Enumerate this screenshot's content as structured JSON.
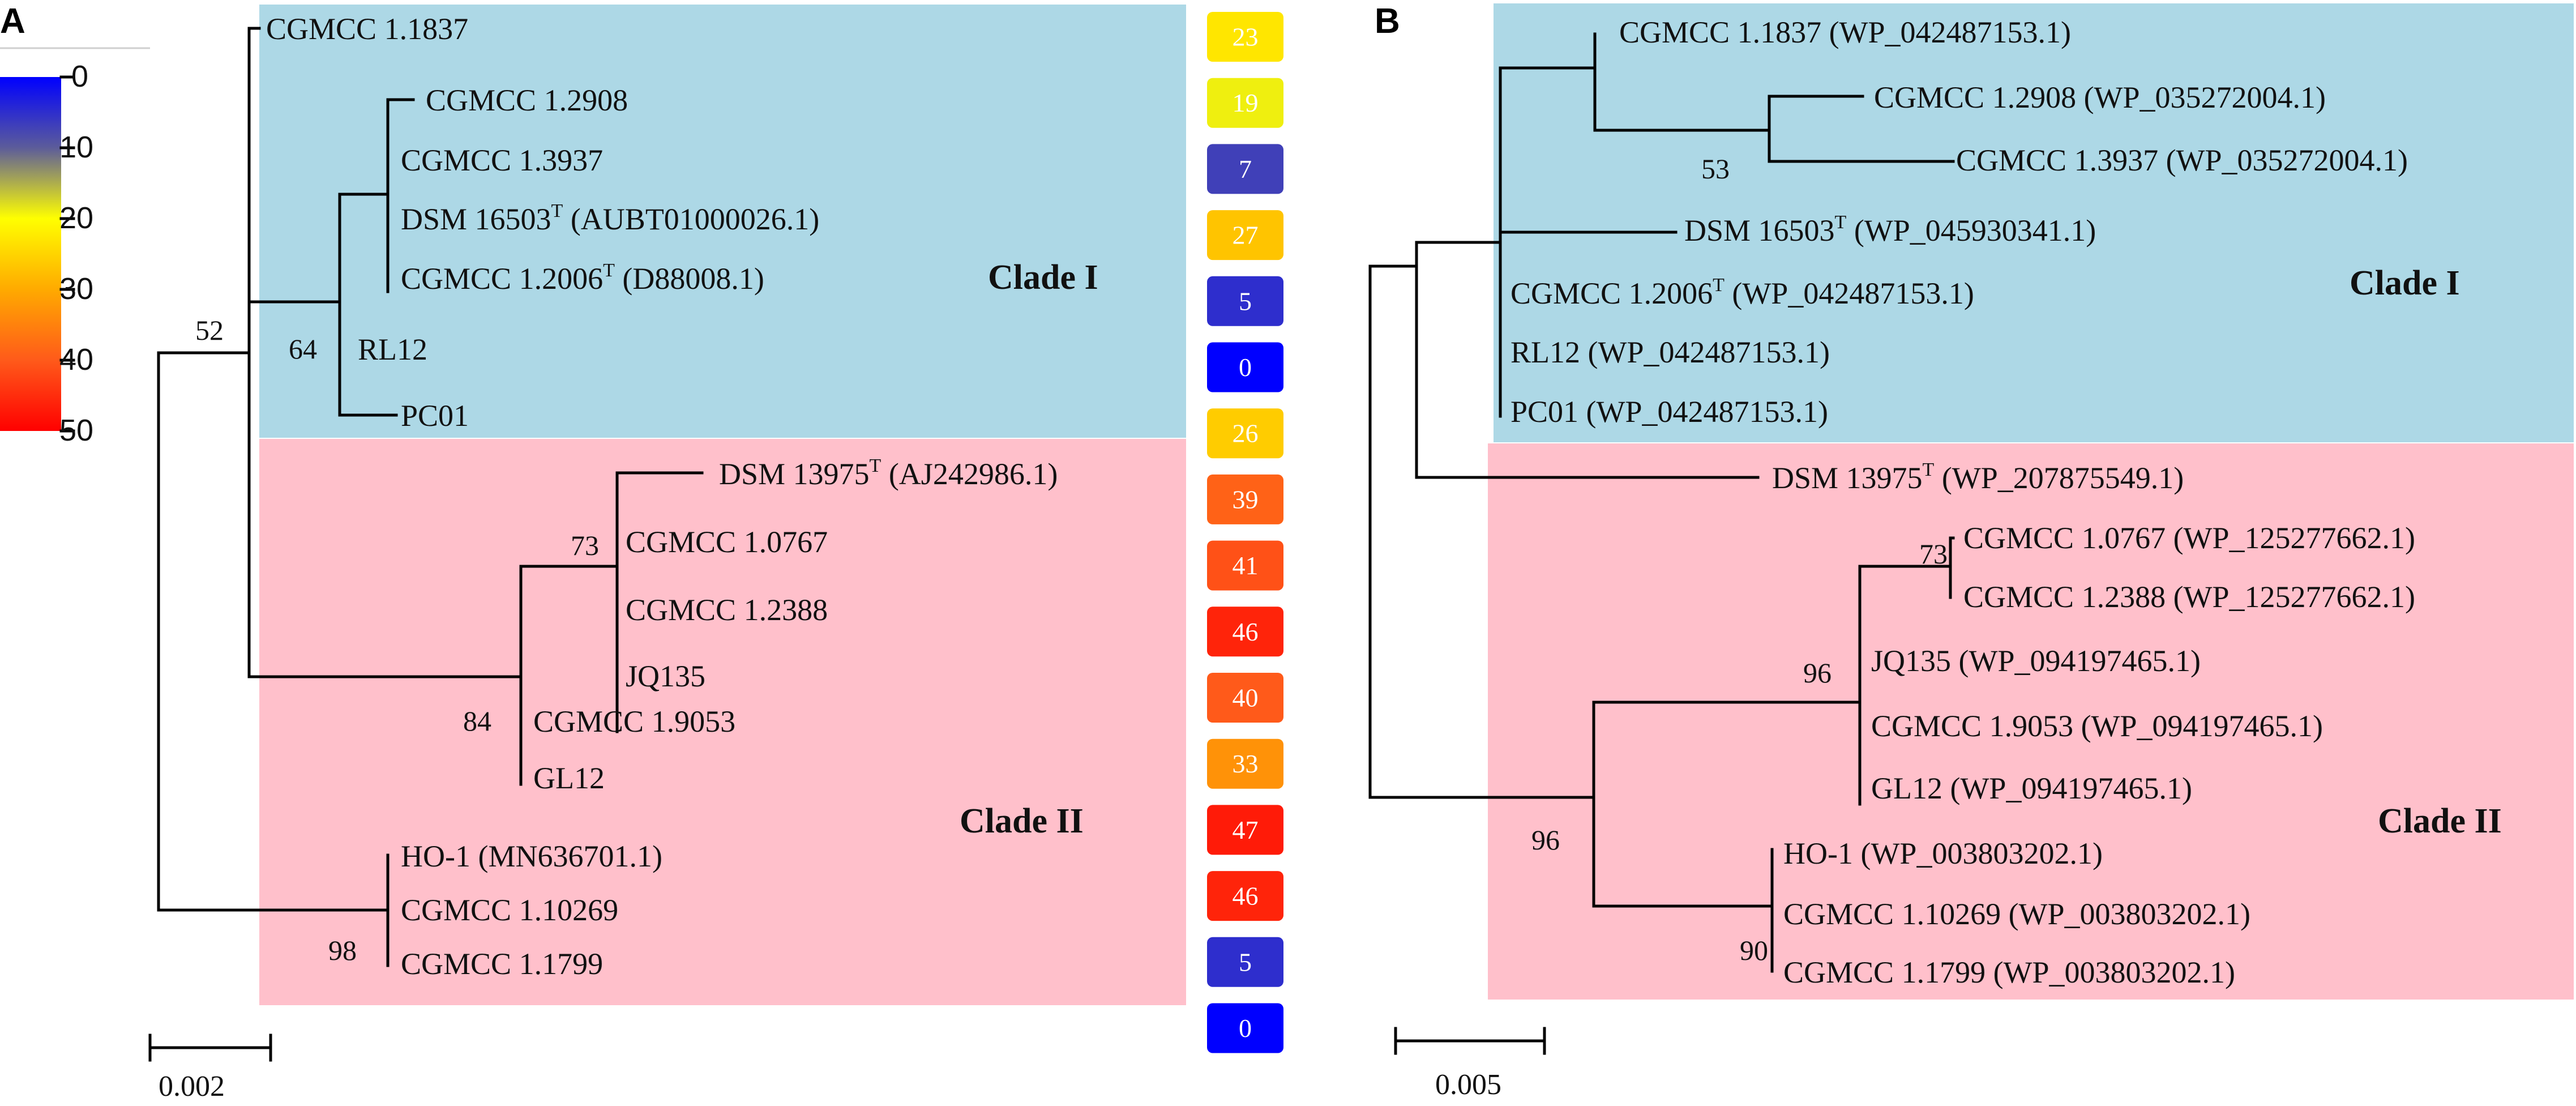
{
  "panels": [
    {
      "letter": "A",
      "clade_labels": [
        "Clade I",
        "Clade II"
      ],
      "colors": {
        "clade1": "#add8e6",
        "clade2": "#ffc0cb"
      },
      "leaves": [
        {
          "label": "CGMCC 1.1837",
          "acc": "",
          "sup": "",
          "value": 23
        },
        {
          "label": "CGMCC 1.2908",
          "acc": "",
          "sup": "",
          "value": 19
        },
        {
          "label": "CGMCC 1.3937",
          "acc": "",
          "sup": "",
          "value": 7
        },
        {
          "label": "DSM 16503",
          "acc": " (AUBT01000026.1)",
          "sup": "T",
          "value": 27
        },
        {
          "label": "CGMCC 1.2006",
          "acc": " (D88008.1)",
          "sup": "T",
          "value": 5
        },
        {
          "label": "RL12",
          "acc": "",
          "sup": "",
          "value": 0
        },
        {
          "label": "PC01",
          "acc": "",
          "sup": "",
          "value": 26
        },
        {
          "label": "DSM 13975",
          "acc": " (AJ242986.1)",
          "sup": "T",
          "value": 39
        },
        {
          "label": "CGMCC 1.0767",
          "acc": "",
          "sup": "",
          "value": 41
        },
        {
          "label": "CGMCC 1.2388",
          "acc": "",
          "sup": "",
          "value": 46
        },
        {
          "label": "JQ135",
          "acc": "",
          "sup": "",
          "value": 40
        },
        {
          "label": "CGMCC 1.9053",
          "acc": "",
          "sup": "",
          "value": 33
        },
        {
          "label": "GL12",
          "acc": "",
          "sup": "",
          "value": 47
        },
        {
          "label": "HO-1",
          "acc": " (MN636701.1)",
          "sup": "",
          "value": 46
        },
        {
          "label": "CGMCC 1.10269",
          "acc": "",
          "sup": "",
          "value": 5
        },
        {
          "label": "CGMCC 1.1799",
          "acc": "",
          "sup": "",
          "value": 0
        }
      ],
      "bootstrap": [
        "52",
        "64",
        "73",
        "84",
        "98"
      ],
      "scale_label": "0.002",
      "legend": {
        "ticks": [
          "0",
          "10",
          "20",
          "30",
          "40",
          "50"
        ],
        "min": 0,
        "max": 50
      }
    },
    {
      "letter": "B",
      "clade_labels": [
        "Clade I",
        "Clade II"
      ],
      "leaves": [
        {
          "label": "CGMCC 1.1837 (WP_042487153.1)",
          "sup": "",
          "rest": ""
        },
        {
          "label": "CGMCC 1.2908 (WP_035272004.1)",
          "sup": "",
          "rest": ""
        },
        {
          "label": "CGMCC 1.3937 (WP_035272004.1)",
          "sup": "",
          "rest": ""
        },
        {
          "label": "DSM 16503",
          "sup": "T",
          "rest": " (WP_045930341.1)"
        },
        {
          "label": "CGMCC 1.2006",
          "sup": "T",
          "rest": " (WP_042487153.1)"
        },
        {
          "label": "RL12 (WP_042487153.1)",
          "sup": "",
          "rest": ""
        },
        {
          "label": "PC01 (WP_042487153.1)",
          "sup": "",
          "rest": ""
        },
        {
          "label": "DSM 13975",
          "sup": "T",
          "rest": " (WP_207875549.1)"
        },
        {
          "label": "CGMCC 1.0767 (WP_125277662.1)",
          "sup": "",
          "rest": ""
        },
        {
          "label": "CGMCC 1.2388 (WP_125277662.1)",
          "sup": "",
          "rest": ""
        },
        {
          "label": "JQ135 (WP_094197465.1)",
          "sup": "",
          "rest": ""
        },
        {
          "label": "CGMCC 1.9053 (WP_094197465.1)",
          "sup": "",
          "rest": ""
        },
        {
          "label": "GL12 (WP_094197465.1)",
          "sup": "",
          "rest": ""
        },
        {
          "label": "HO-1 (WP_003803202.1)",
          "sup": "",
          "rest": ""
        },
        {
          "label": "CGMCC 1.10269 (WP_003803202.1)",
          "sup": "",
          "rest": ""
        },
        {
          "label": "CGMCC 1.1799 (WP_003803202.1)",
          "sup": "",
          "rest": ""
        }
      ],
      "bootstrap": [
        "53",
        "73",
        "96",
        "96",
        "90"
      ],
      "scale_label": "0.005"
    }
  ]
}
